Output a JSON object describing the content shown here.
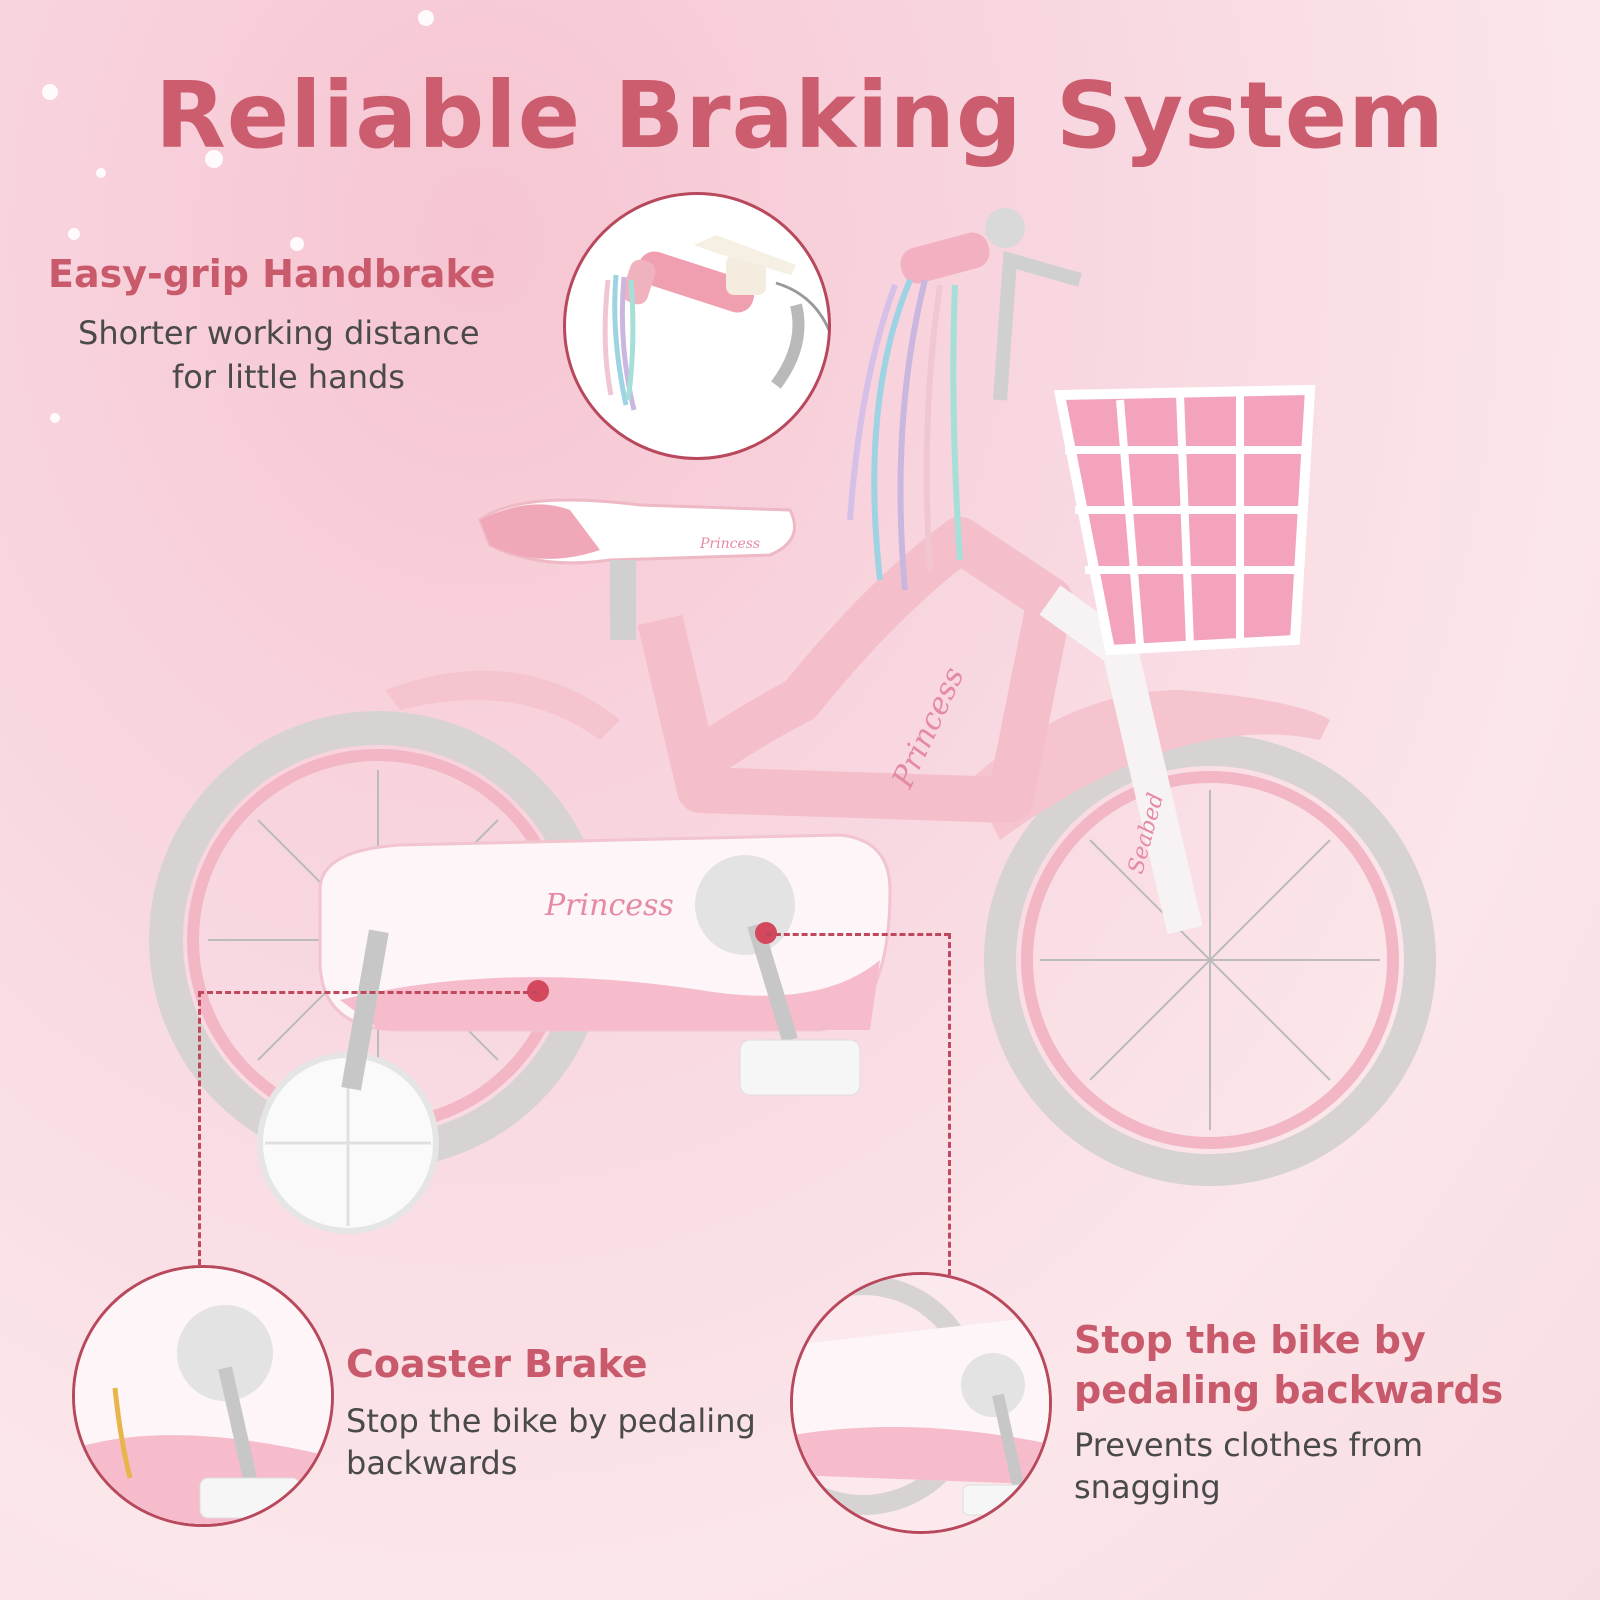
{
  "title": "Reliable Braking System",
  "features": [
    {
      "title": "Easy-grip Handbrake",
      "desc_line1": "Shorter working distance",
      "desc_line2": "for little hands"
    },
    {
      "title": "Coaster Brake",
      "desc_line1": "Stop the bike by pedaling",
      "desc_line2": "backwards"
    },
    {
      "title_line1": "Stop the bike by",
      "title_line2": "pedaling backwards",
      "desc_line1": "Prevents clothes from",
      "desc_line2": "snagging"
    }
  ],
  "bike": {
    "seat_text": "Princess",
    "frame_text": "Princess",
    "fork_text": "Seabed",
    "guard_text": "Princess"
  },
  "colors": {
    "accent": "#c95a6c",
    "frame": "#f4c3cd",
    "tire": "#d9d6d6"
  }
}
